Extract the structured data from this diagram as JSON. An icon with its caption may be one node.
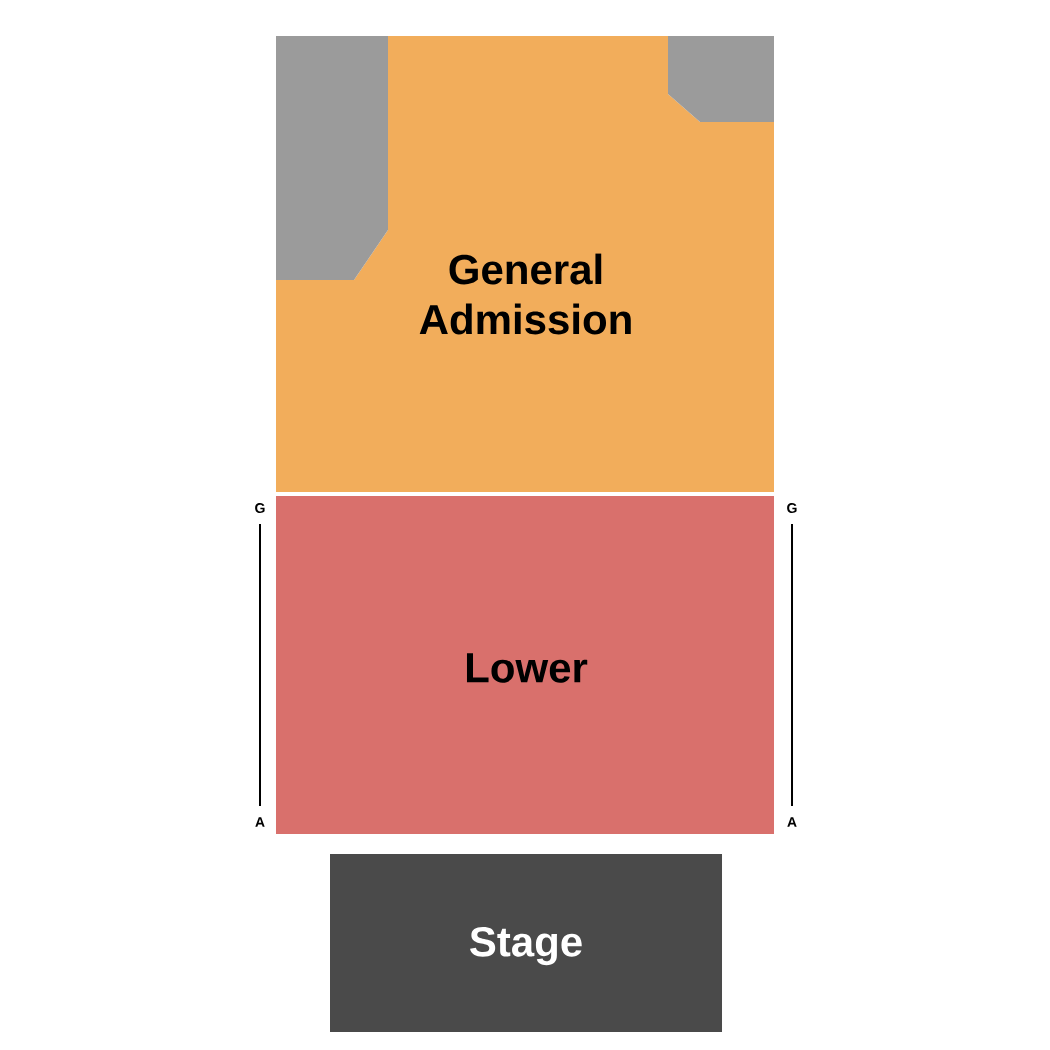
{
  "diagram": {
    "nodes": [
      {
        "text": [
          "General Admission"
        ]
      },
      {
        "text": [],
        "shape": "box"
      },
      {
        "text": [],
        "shape": "box"
      },
      {
        "text": [
          "Lower"
        ]
      },
      {
        "text": [
          "Stage"
        ]
      }
    ],
    "labels": [
      "G",
      "G",
      "A",
      "A"
    ]
  }
}
